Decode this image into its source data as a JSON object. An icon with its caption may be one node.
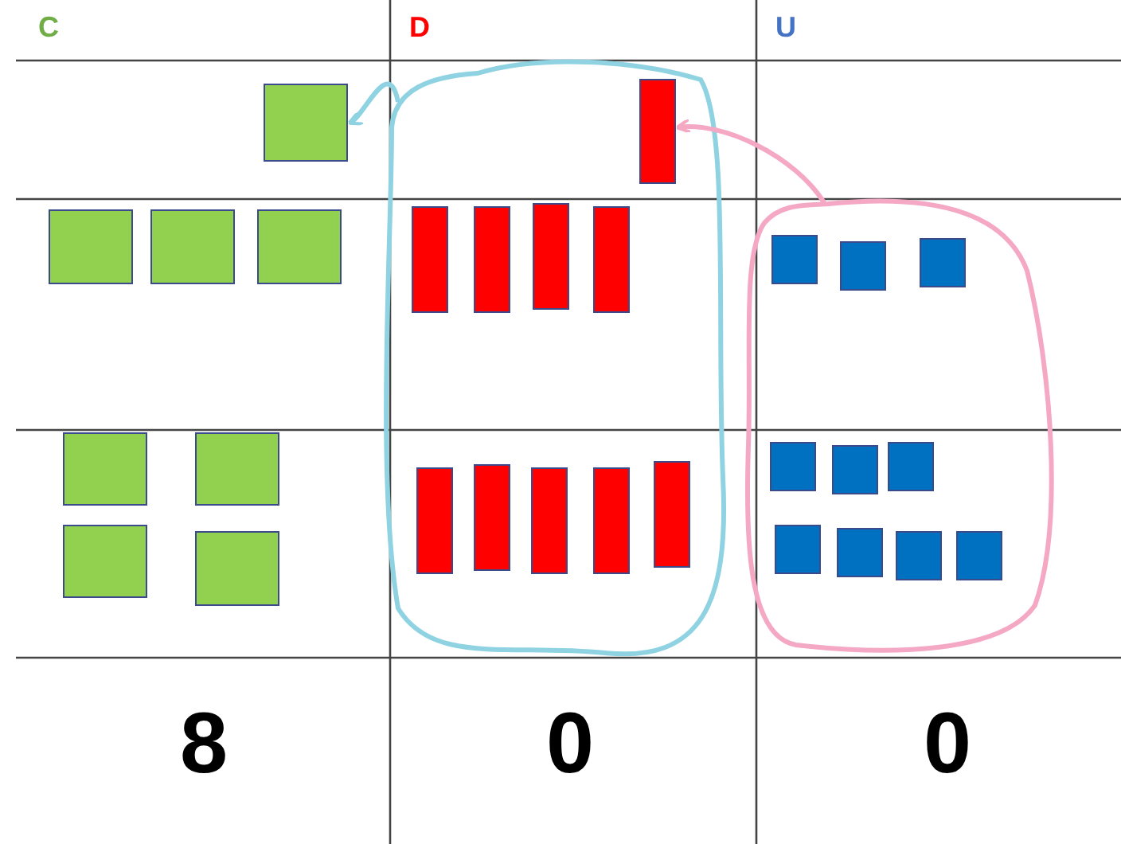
{
  "diagram": {
    "nodes": [
      {
        "text": [],
        "shape": "cloud"
      },
      {
        "text": [],
        "shape": "cloud"
      },
      {
        "text": [],
        "shape": "box"
      },
      {
        "text": [],
        "shape": "bar",
        "in": 0
      },
      {
        "text": [],
        "shape": "box"
      },
      {
        "text": [],
        "shape": "box"
      },
      {
        "text": [],
        "shape": "box"
      },
      {
        "text": [],
        "shape": "bar",
        "in": 0
      },
      {
        "text": [],
        "shape": "bar",
        "in": 0
      },
      {
        "text": [],
        "shape": "bar",
        "in": 0
      },
      {
        "text": [],
        "shape": "bar",
        "in": 0
      },
      {
        "text": [],
        "shape": "box",
        "in": 1
      },
      {
        "text": [],
        "shape": "box",
        "in": 1
      },
      {
        "text": [],
        "shape": "box",
        "in": 1
      },
      {
        "text": [],
        "shape": "box"
      },
      {
        "text": [],
        "shape": "box"
      },
      {
        "text": [],
        "shape": "bar",
        "in": 0
      },
      {
        "text": [],
        "shape": "bar",
        "in": 0
      },
      {
        "text": [],
        "shape": "bar",
        "in": 0
      },
      {
        "text": [],
        "shape": "bar",
        "in": 0
      },
      {
        "text": [],
        "shape": "bar",
        "in": 0
      },
      {
        "text": [],
        "shape": "box",
        "in": 1
      },
      {
        "text": [],
        "shape": "box",
        "in": 1
      },
      {
        "text": [],
        "shape": "box",
        "in": 1
      },
      {
        "text": [],
        "shape": "box"
      },
      {
        "text": [],
        "shape": "box"
      },
      {
        "text": [],
        "shape": "box",
        "in": 1
      },
      {
        "text": [],
        "shape": "box",
        "in": 1
      },
      {
        "text": [],
        "shape": "box",
        "in": 1
      },
      {
        "text": [],
        "shape": "box",
        "in": 1
      }
    ],
    "edges": [
      {
        "from": 0,
        "to": 2,
        "arrow": "to",
        "color": "#8fd3e3"
      },
      {
        "from": 1,
        "to": 3,
        "arrow": "to",
        "color": "#f5a8c4"
      }
    ],
    "labels": [
      "C",
      "D",
      "U",
      "8",
      "0",
      "0"
    ]
  }
}
